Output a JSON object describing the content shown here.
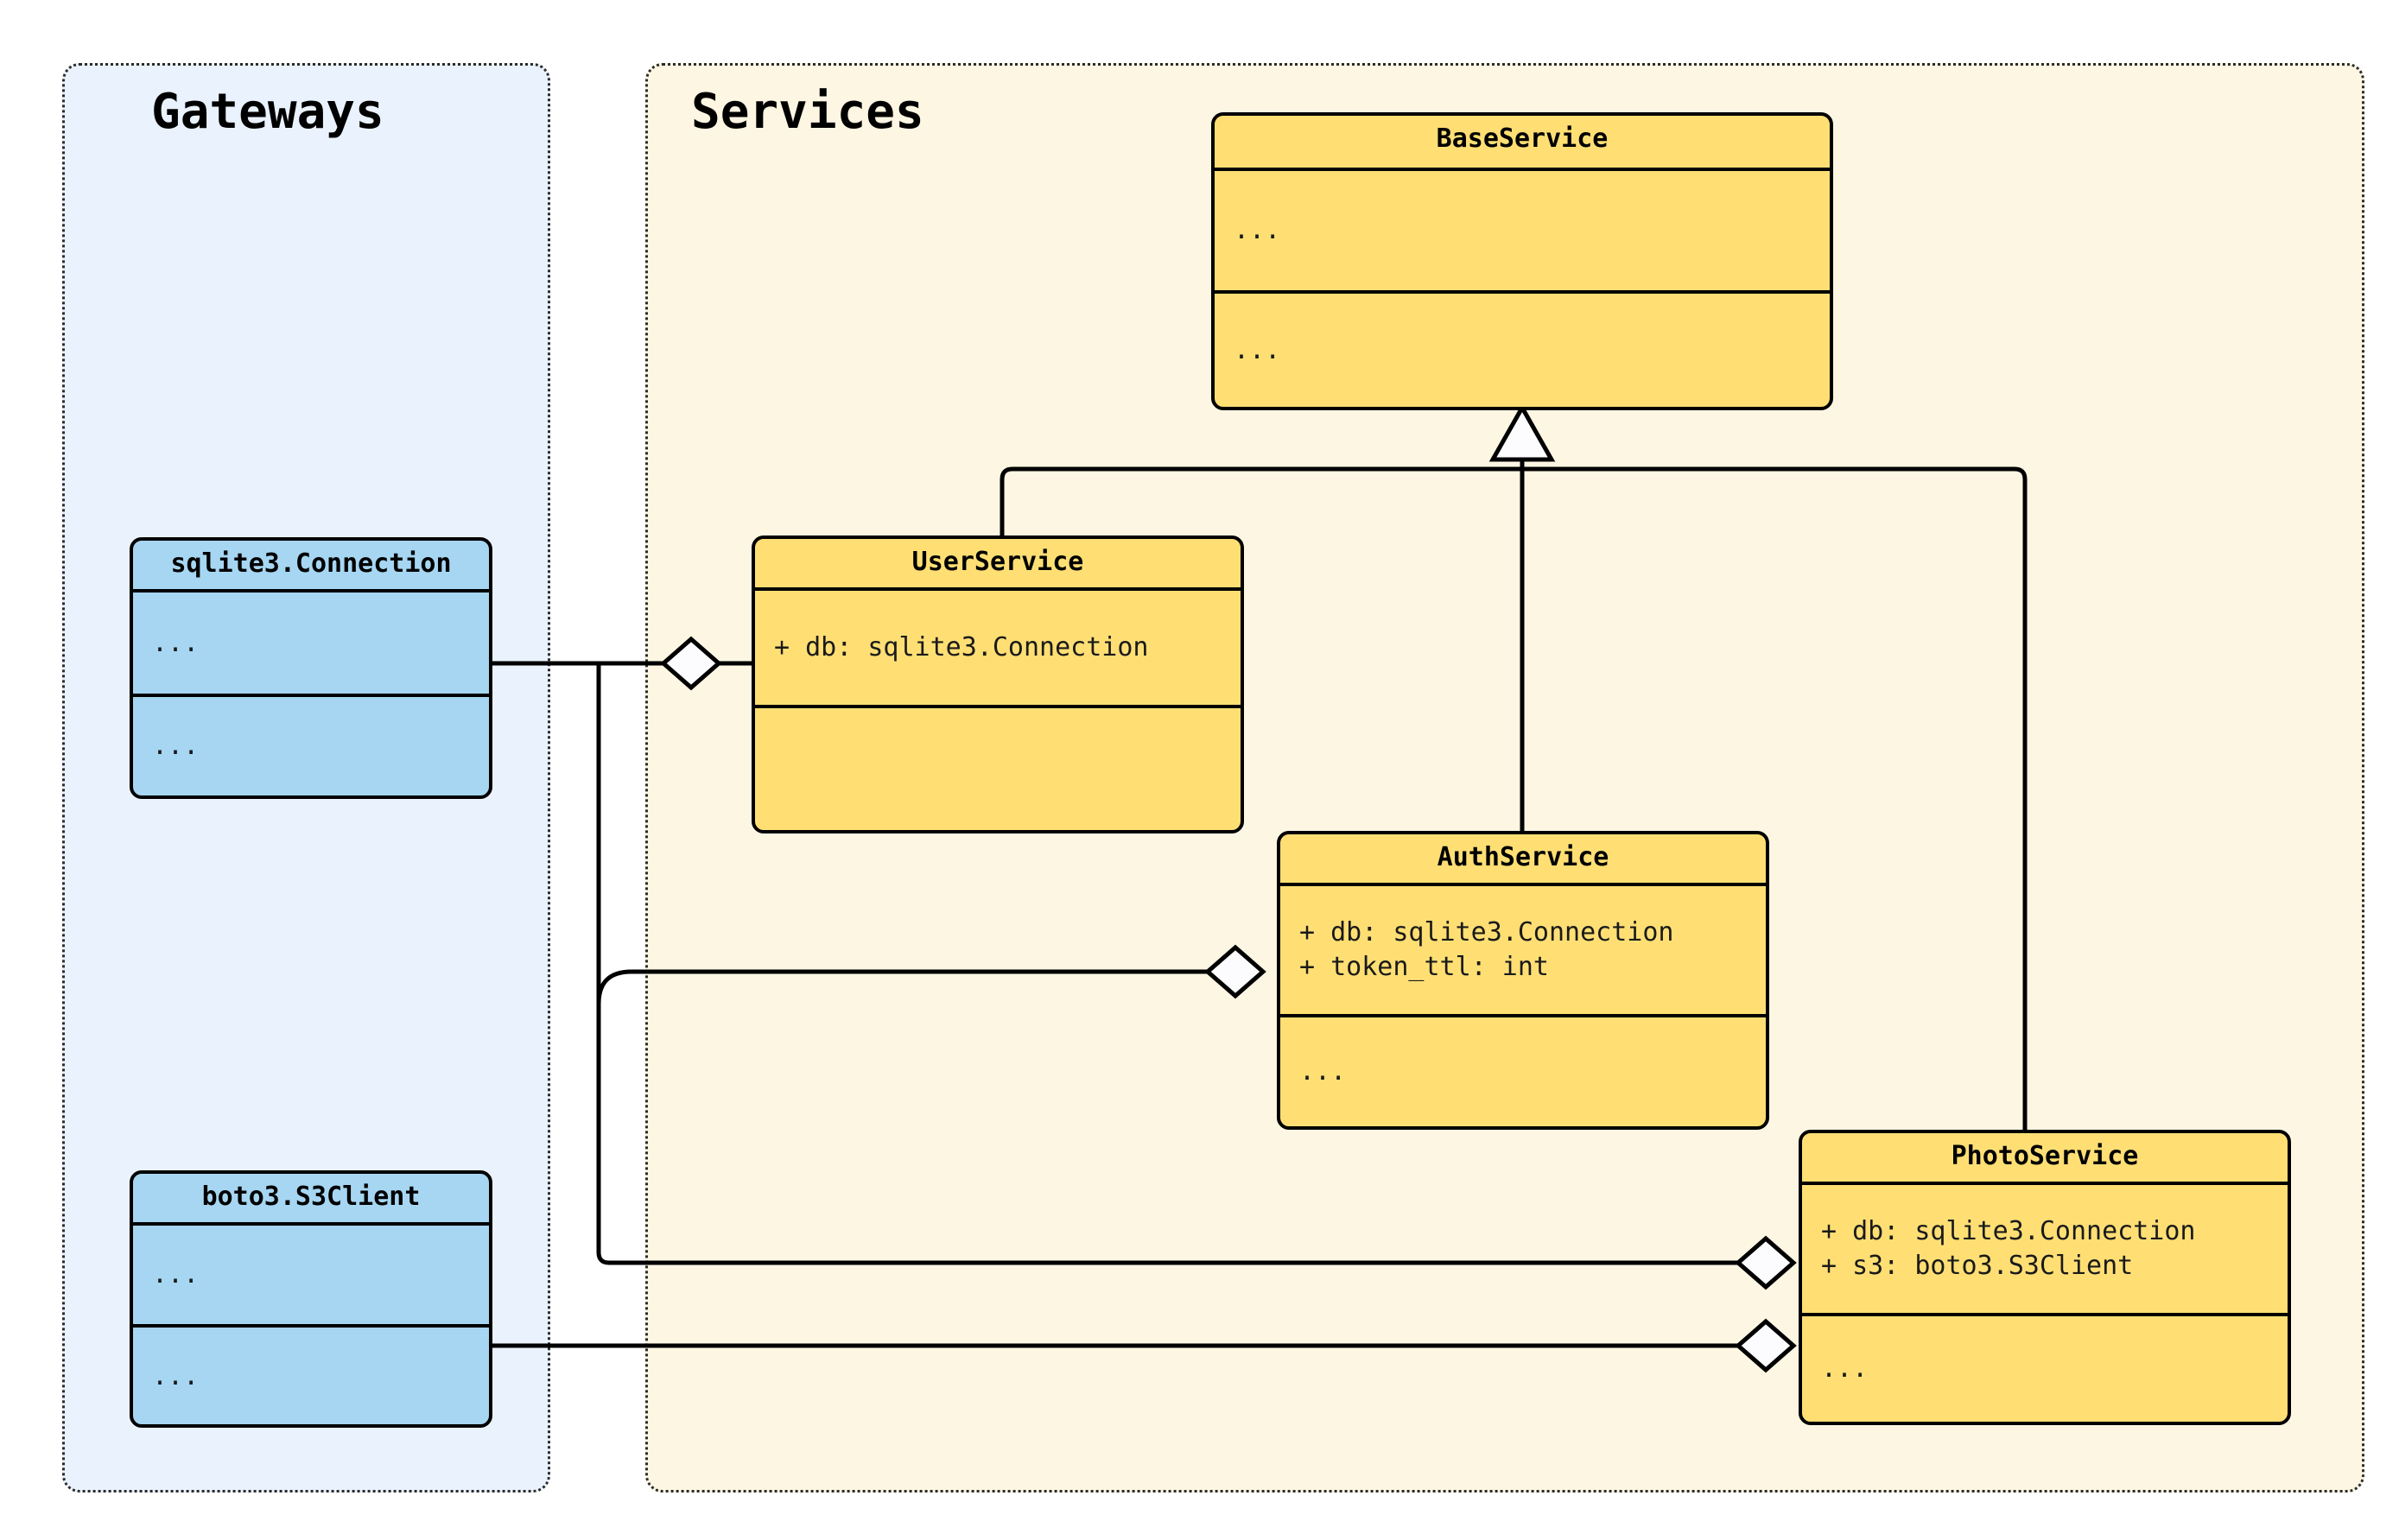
{
  "diagram": {
    "kind": "uml-class-diagram",
    "colors": {
      "service_fill": "#ffdf74",
      "gateway_fill": "#a6d6f2",
      "gateways_panel_bg": "#eaf2fd",
      "services_panel_bg": "#fdf6e3",
      "stroke": "#000000",
      "panel_border": "#2b2b2b"
    }
  },
  "clusters": {
    "gateways": {
      "title": "Gateways"
    },
    "services": {
      "title": "Services"
    }
  },
  "classes": {
    "base_service": {
      "name": "BaseService",
      "attributes": [
        "..."
      ],
      "methods": [
        "..."
      ]
    },
    "user_service": {
      "name": "UserService",
      "attributes": [
        "+ db: sqlite3.Connection"
      ],
      "methods": []
    },
    "auth_service": {
      "name": "AuthService",
      "attributes": [
        "+ db: sqlite3.Connection",
        "+ token_ttl: int"
      ],
      "methods": [
        "..."
      ]
    },
    "photo_service": {
      "name": "PhotoService",
      "attributes": [
        "+ db: sqlite3.Connection",
        "+ s3: boto3.S3Client"
      ],
      "methods": [
        "..."
      ]
    },
    "sqlite_connection": {
      "name": "sqlite3.Connection",
      "attributes": [
        "..."
      ],
      "methods": [
        "..."
      ]
    },
    "s3_client": {
      "name": "boto3.S3Client",
      "attributes": [
        "..."
      ],
      "methods": [
        "..."
      ]
    }
  },
  "relationships": [
    {
      "type": "generalization",
      "from": "UserService",
      "to": "BaseService"
    },
    {
      "type": "generalization",
      "from": "AuthService",
      "to": "BaseService"
    },
    {
      "type": "generalization",
      "from": "PhotoService",
      "to": "BaseService"
    },
    {
      "type": "aggregation",
      "from": "UserService",
      "to": "sqlite3.Connection"
    },
    {
      "type": "aggregation",
      "from": "AuthService",
      "to": "sqlite3.Connection"
    },
    {
      "type": "aggregation",
      "from": "PhotoService",
      "to": "sqlite3.Connection"
    },
    {
      "type": "aggregation",
      "from": "PhotoService",
      "to": "boto3.S3Client"
    }
  ]
}
